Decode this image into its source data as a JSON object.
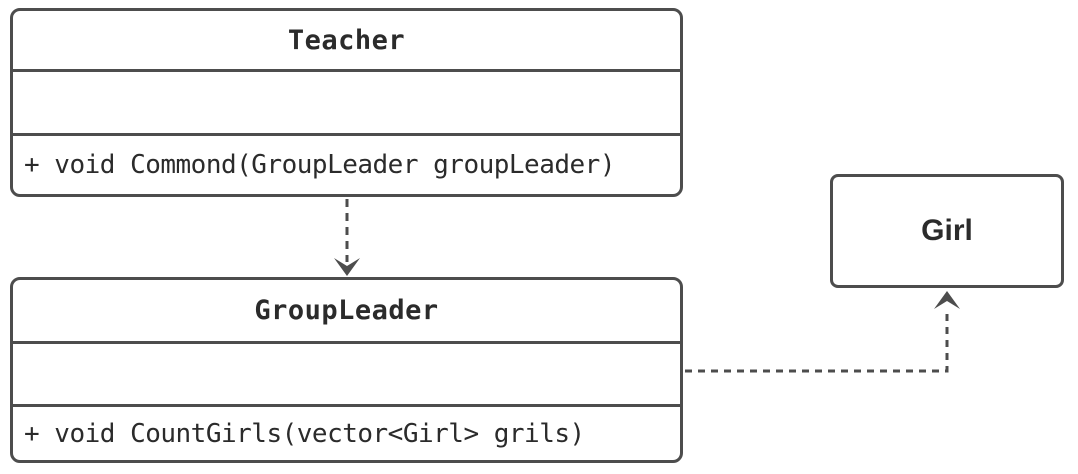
{
  "diagram": {
    "type": "uml-class-diagram",
    "colors": {
      "stroke": "#4d4d4d",
      "text": "#2b2b2b",
      "background": "#ffffff"
    },
    "classes": {
      "teacher": {
        "name": "Teacher",
        "attributes": "",
        "method": "+ void Commond(GroupLeader groupLeader)"
      },
      "group_leader": {
        "name": "GroupLeader",
        "attributes": "",
        "method": "+ void CountGirls(vector<Girl> grils)"
      },
      "girl": {
        "name": "Girl"
      }
    },
    "relations": [
      {
        "from": "Teacher",
        "to": "GroupLeader",
        "type": "dependency",
        "style": "dashed-line-open-arrow",
        "direction": "down"
      },
      {
        "from": "GroupLeader",
        "to": "Girl",
        "type": "dependency",
        "style": "dashed-line-open-arrow",
        "direction": "right-then-up"
      }
    ]
  }
}
